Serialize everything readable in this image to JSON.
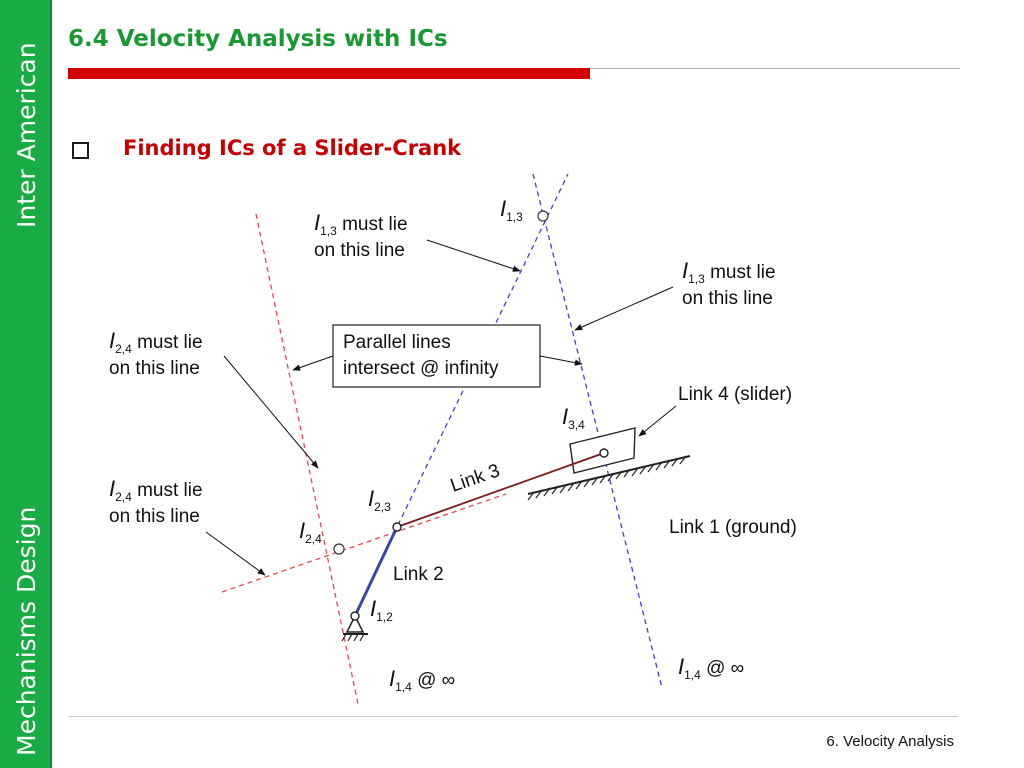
{
  "sidebar": {
    "top_text": "Inter American",
    "bottom_text": "Mechanisms Design"
  },
  "header": {
    "title": "6.4 Velocity Analysis with ICs"
  },
  "section": {
    "heading": "Finding ICs of a Slider-Crank"
  },
  "diagram": {
    "labels": {
      "i13_top_note": [
        "I",
        "1,3",
        " must lie",
        "on this line"
      ],
      "i13_top_point": [
        "I",
        "1,3"
      ],
      "i13_right_note": [
        "I",
        "1,3",
        " must lie",
        "on this line"
      ],
      "i24_upper_note": [
        "I",
        "2,4",
        " must lie",
        "on this line"
      ],
      "i24_lower_note": [
        "I",
        "2,4",
        " must lie",
        "on this line"
      ],
      "parallel_box": [
        "Parallel lines",
        "intersect @ infinity"
      ],
      "link4": "Link 4 (slider)",
      "i34": [
        "I",
        "3,4"
      ],
      "link3": "Link 3",
      "i23": [
        "I",
        "2,3"
      ],
      "i24": [
        "I",
        "2,4"
      ],
      "link1": "Link 1 (ground)",
      "link2": "Link 2",
      "i12": [
        "I",
        "1,2"
      ],
      "i14_left": [
        "I",
        "1,4",
        " @ ∞"
      ],
      "i14_right": [
        "I",
        "1,4",
        " @ ∞"
      ]
    },
    "colors": {
      "red_dash": "#e04b4b",
      "blue_dash": "#3f3fd0",
      "link": "#3a4aa0",
      "link3": "#7a1a1a"
    }
  },
  "footer": {
    "text": "6. Velocity Analysis"
  }
}
